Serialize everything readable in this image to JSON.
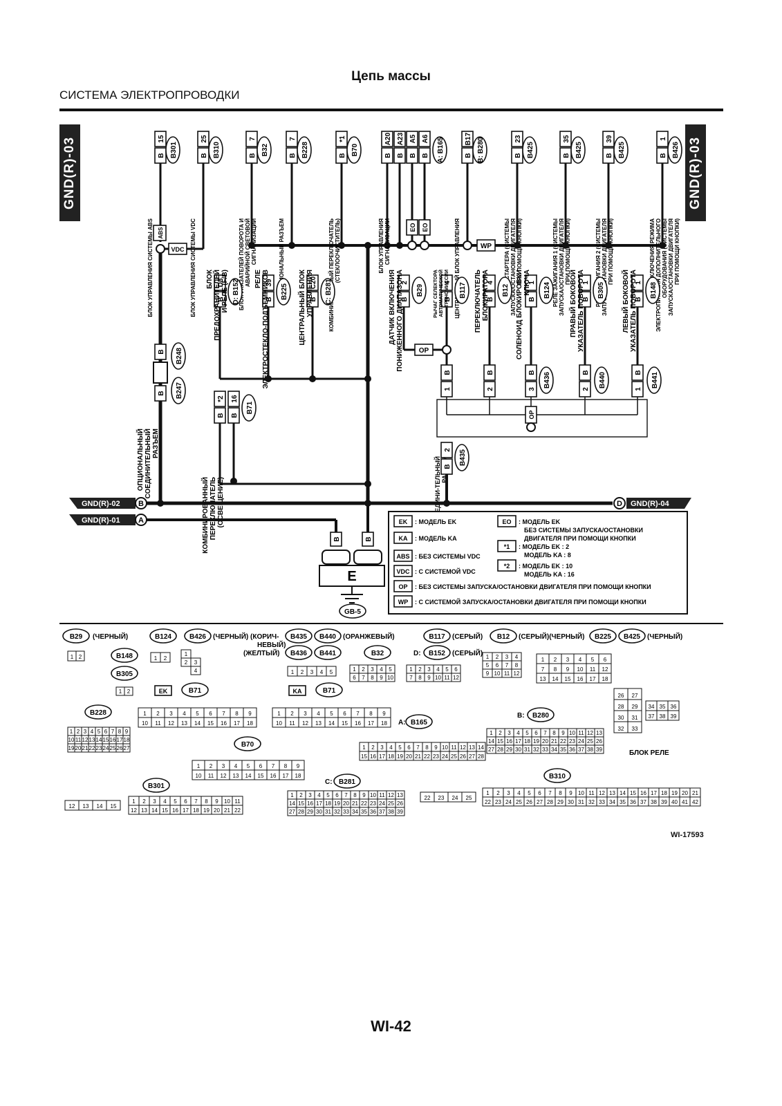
{
  "header": {
    "title": "Цепь массы",
    "section": "СИСТЕМА ЭЛЕКТРОПРОВОДКИ",
    "left_tag": "GND(R)-03",
    "right_tag": "GND(R)-03"
  },
  "top_connectors": [
    {
      "label": "БЛОК УПРАВЛЕНИЯ СИСТЕМЫ ABS",
      "id": "B301",
      "pin": "15",
      "term": "B"
    },
    {
      "label": "БЛОК УПРАВЛЕНИЯ СИСТЕМЫ VDC",
      "id": "B310",
      "pin": "25",
      "term": "B"
    },
    {
      "label": "БЛОК УКАЗАТЕЛЕЙ ПОВОРОТА И АВАРИЙНОЙ СВЕТОВОЙ СИГНАЛИЗАЦИИ",
      "id": "B32",
      "pin": "7",
      "term": "B"
    },
    {
      "label": "ОПЦИОНАЛЬНЫЙ РАЗЪЕМ",
      "id": "B228",
      "pin": "7",
      "term": "B"
    },
    {
      "label": "КОМБИНИРОВАННЫЙ ПЕРЕКЛЮЧАТЕЛЬ (СТЕКЛООЧИСТИТЕЛЬ)",
      "id": "B70",
      "pin": "*1",
      "term": "B"
    },
    {
      "label": "БЛОК УПРАВЛЕНИЯ СИГНАЛИЗАЦИИ",
      "id": "A: B165",
      "pins": [
        "A20",
        "A23",
        "A5",
        "A6"
      ],
      "term": "B"
    },
    {
      "label": "ЦЕНТРАЛЬНЫЙ БЛОК УПРАВЛЕНИЯ",
      "id": "B: B280",
      "pin": "B17",
      "term": "B"
    },
    {
      "label": "РЕЛЕ СТАРТЕРА (СИСТЕМЫ ЗАПУСКА/ОСТАНОВКИ ДВИГАТЕЛЯ ПРИ ПОМОЩИ КНОПКИ)",
      "id": "B425",
      "pin": "23",
      "term": "B"
    },
    {
      "label": "РЕЛЕ ЗАЖИГАНИЯ 1 (СИСТЕМЫ ЗАПУСКА/ОСТАНОВКИ ДВИГАТЕЛЯ ПРИ ПОМОЩИ КНОПКИ)",
      "id": "B425",
      "pin": "35",
      "term": "B"
    },
    {
      "label": "РЕЛЕ ЗАЖИГАНИЯ 2 (СИСТЕМЫ ЗАПУСКА/ОСТАНОВКИ ДВИГАТЕЛЯ ПРИ ПОМОЩИ КНОПКИ)",
      "id": "B425",
      "pin": "39",
      "term": "B"
    },
    {
      "label": "РЕЛЕ ВКЛЮЧЕНИЯ РЕЖИМА ЭЛЕКТРОПИТАНИЯ ДОПОЛНИТЕЛЬНОГО ОБОРУДОВАНИЯ (СИСТЕМЫ ЗАПУСКА/ОСТАНОВКИ ДВИГАТЕЛЯ ПРИ ПОМОЩИ КНОПКИ)",
      "id": "B426",
      "pin": "1",
      "term": "B"
    }
  ],
  "mid_connectors": [
    {
      "label": "БЛОК ПРЕДОХРАНИТЕЛЕЙ И РЕЛЕ (F/B)",
      "id": "D: B152",
      "pin": "D8",
      "term": "B"
    },
    {
      "label": "РЕЛЕ ЭЛЕКТРОСТЕКЛО-ПОДЪЕМНИКОВ",
      "id": "B225",
      "pin": "39",
      "term": "B"
    },
    {
      "label": "ЦЕНТРАЛЬНЫЙ БЛОК УПРАВЛЕНИЯ",
      "id": "C: B281",
      "pin": "C20",
      "term": "B"
    },
    {
      "label": "ДАТЧИК ВКЛЮЧЕНИЯ ПОНИЖЕННОГО ДИАПАЗОНА",
      "id": "B29",
      "pin": "2",
      "term": "B"
    },
    {
      "label": "РЫЧАГ СЕЛЕКТОРА АВТОМАТИЧЕСКОЙ ТРАНСМИССИИ",
      "id": "B117",
      "pin": "4",
      "term": "B"
    },
    {
      "label": "ПЕРЕКЛЮЧАТЕЛЬ БЛОКИРАТОРА",
      "id": "B12",
      "pin": "4",
      "term": "B"
    },
    {
      "label": "СОЛЕНОИД БЛОКИРОВКИ КЛЮЧА",
      "id": "B124",
      "pin": "1",
      "term": "B"
    },
    {
      "label": "ПРАВЫЙ БОКОВОЙ УКАЗАТЕЛЬ ПОВОРОТА",
      "id": "B305",
      "pin": "1",
      "term": "B"
    },
    {
      "label": "ЛЕВЫЙ БОКОВОЙ УКАЗАТЕЛЬ ПОВОРОТА",
      "id": "B148",
      "pin": "1",
      "term": "B"
    }
  ],
  "optional_connector": {
    "label": "ОПЦИОНАЛЬНЫЙ СОЕДИНИТЕЛЬНЫЙ РАЗЪЕМ",
    "upper": "B248",
    "lower": "B247",
    "term": "B"
  },
  "combi_switch": {
    "label": "КОМБИНИРОВАННЫЙ ПЕРЕКЛЮЧАТЕЛЬ (ОСВЕЩЕНИЕ)",
    "id": "B71",
    "pins": [
      "*2",
      "16"
    ],
    "term": "B"
  },
  "multi_connector": {
    "label": "МУЛЬТИСОЕДИНИ-ТЕЛЬНЫЙ РАЗЪЕМ",
    "ids": [
      "B436",
      "B440",
      "B441",
      "B435"
    ],
    "pins": [
      "1",
      "2",
      "3",
      "2",
      "1",
      "2"
    ]
  },
  "ground_lines": {
    "b": "GND(R)-02",
    "b_letter": "B",
    "a": "GND(R)-01",
    "a_letter": "A",
    "d": "GND(R)-04",
    "d_letter": "D",
    "ground_point": "E",
    "ground_id": "GB-5"
  },
  "junction_tags": {
    "abs": "ABS",
    "vdc": "VDC",
    "wp": "WP",
    "op": "OP",
    "eo": "EO"
  },
  "legend": [
    {
      "code": "EK",
      "text": ": МОДЕЛЬ EK"
    },
    {
      "code": "KA",
      "text": ": МОДЕЛЬ KA"
    },
    {
      "code": "ABS",
      "text": ": БЕЗ СИСТЕМЫ VDC"
    },
    {
      "code": "VDC",
      "text": ": С СИСТЕМОЙ VDC"
    },
    {
      "code": "OP",
      "text": ": БЕЗ СИСТЕМЫ ЗАПУСКА/ОСТАНОВКИ ДВИГАТЕЛЯ ПРИ ПОМОЩИ КНОПКИ"
    },
    {
      "code": "WP",
      "text": ": С СИСТЕМОЙ ЗАПУСКА/ОСТАНОВКИ ДВИГАТЕЛЯ ПРИ ПОМОЩИ КНОПКИ"
    }
  ],
  "legend_right": [
    {
      "code": "EO",
      "lines": [
        ": МОДЕЛЬ EK",
        "БЕЗ СИСТЕМЫ ЗАПУСКА/ОСТАНОВКИ",
        "ДВИГАТЕЛЯ ПРИ ПОМОЩИ КНОПКИ"
      ]
    },
    {
      "code": "*1",
      "lines": [
        ": МОДЕЛЬ EK    : 2",
        "МОДЕЛЬ KA     : 8"
      ]
    },
    {
      "code": "*2",
      "lines": [
        ": МОДЕЛЬ EK    : 10",
        "МОДЕЛЬ KA     : 16"
      ]
    }
  ],
  "connector_views": {
    "row1": [
      "B29",
      "(ЧЕРНЫЙ)",
      "B124",
      "B426",
      "(ЧЕРНЫЙ) (КОРИЧ-",
      "B435",
      "B440",
      "(ОРАНЖЕВЫЙ)",
      "B117",
      "(СЕРЫЙ)",
      "B12",
      "(СЕРЫЙ)(ЧЕРНЫЙ)",
      "B225",
      "B425",
      "(ЧЕРНЫЙ)"
    ],
    "row2": [
      "НЕВЫЙ)",
      "(ЖЕЛТЫЙ)",
      "B436",
      "B441",
      "B32",
      "D:",
      "B152",
      "(СЕРЫЙ)"
    ],
    "b148": "B148",
    "b305": "B305",
    "b71": "B71",
    "ek": "EK",
    "ka": "KA",
    "b228": "B228",
    "b70": "B70",
    "b165": "B165",
    "a": "A:",
    "b280": "B280",
    "b": "B:",
    "b301": "B301",
    "b281": "B281",
    "c": "C:",
    "b310": "B310",
    "relay_block": "БЛОК РЕЛЕ"
  },
  "footer": {
    "fig_id": "WI-17593",
    "page": "WI-42"
  }
}
